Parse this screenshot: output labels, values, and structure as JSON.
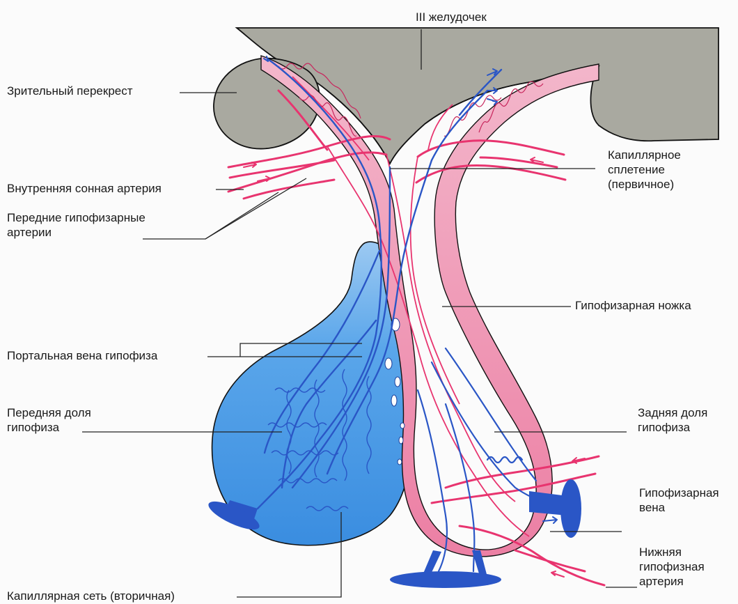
{
  "labels": {
    "ventricle": "III желудочек",
    "chiasm": "Зрительный перекрест",
    "carotid": "Внутренняя сонная артерия",
    "anterior_arteries": [
      "Передние гипофизарные",
      "артерии"
    ],
    "portal_vein": "Портальная вена гипофиза",
    "anterior_lobe": [
      "Передняя доля",
      "гипофиза"
    ],
    "secondary_net": "Капиллярная сеть (вторичная)",
    "primary_plexus": [
      "Капиллярное",
      "сплетение",
      "(первичное)"
    ],
    "stalk": "Гипофизарная ножка",
    "posterior_lobe": [
      "Задняя доля",
      "гипофиза"
    ],
    "hypophyseal_vein": [
      "Гипофизарная",
      "вена"
    ],
    "inferior_artery": [
      "Нижняя",
      "гипофизная",
      "артерия"
    ]
  },
  "colors": {
    "brain_gray": "#a9a9a0",
    "artery_red": "#e8346f",
    "vein_blue": "#2a56c6",
    "anterior_lobe_blue": "#4a9be6",
    "posterior_lobe_pink": "#ee86aa",
    "stalk_pink": "#f4b3c8"
  }
}
